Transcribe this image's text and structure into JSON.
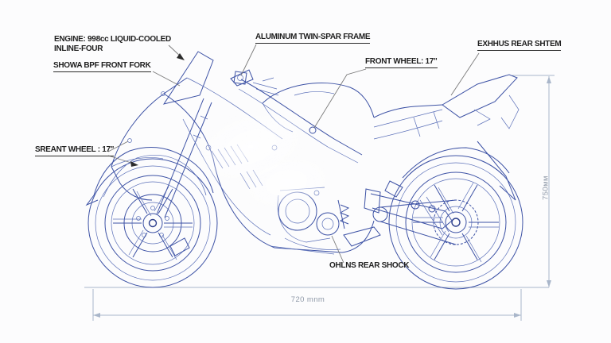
{
  "diagram": {
    "subject": "sport-motorcycle-blueprint",
    "labels": {
      "engine_line1": "ENGINE: 998cc LIQUID-COOLED",
      "engine_line2": "INLINE-FOUR",
      "front_fork": "SHOWA BPF FRONT FORK",
      "frame": "ALUMINUM TWIN-SPAR FRAME",
      "front_wheel": "FRONT WHEEL: 17\"",
      "exhaust_rear": "EXHHUS REAR SHTEM",
      "rear_wheel": "SREANT WHEEL : 17\"",
      "rear_shock": "OHLNS REAR SHOCK"
    },
    "dimensions": {
      "overall_length": "720 mnm",
      "overall_height": "750мм"
    },
    "colors": {
      "blueprint_line": "#3d52a5",
      "blueprint_line_light": "#5a6fb8",
      "dimension_line": "#a9b6ca",
      "dimension_text": "#8f99a8",
      "label_text": "#1f1f1f",
      "background": "#fcfcfd"
    }
  }
}
